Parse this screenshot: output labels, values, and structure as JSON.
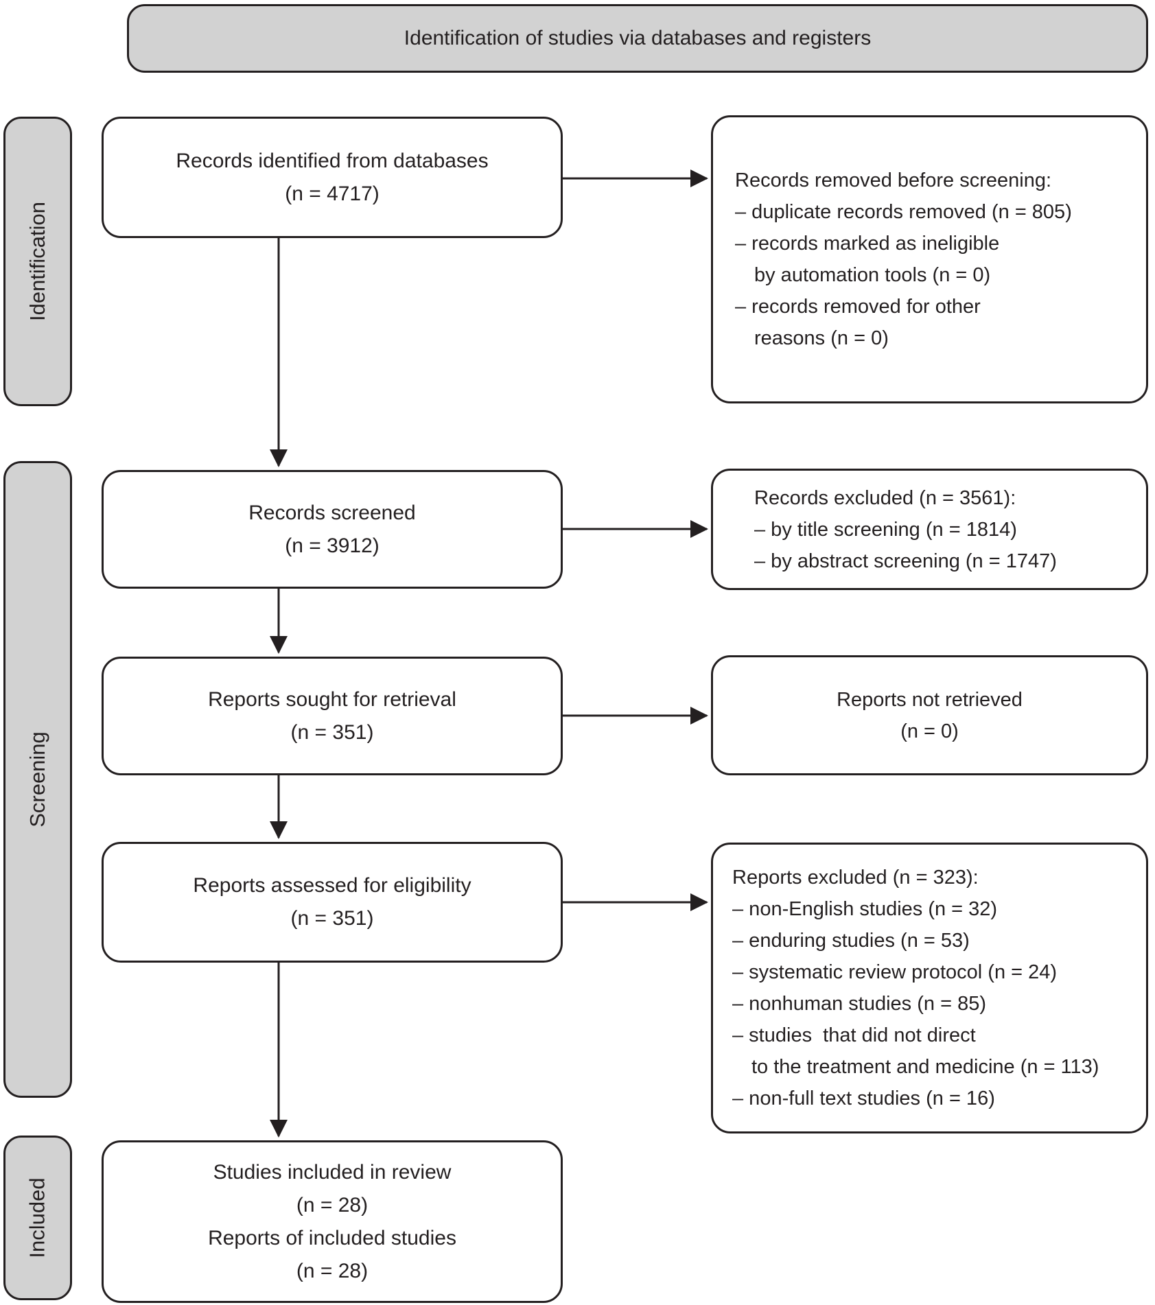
{
  "banner": {
    "title": "Identification of studies via databases and registers"
  },
  "stages": {
    "identification": "Identification",
    "screening": "Screening",
    "included": "Included"
  },
  "colors": {
    "stage_fill": "#d2d2d2",
    "banner_fill": "#d2d2d2",
    "box_fill": "#ffffff",
    "line": "#231f20",
    "text": "#231f20"
  },
  "flow_boxes": {
    "identified": {
      "lines": [
        "Records identified from databases",
        "(n = 4717)"
      ]
    },
    "screened": {
      "lines": [
        "Records screened",
        "(n = 3912)"
      ]
    },
    "sought": {
      "lines": [
        "Reports sought for retrieval",
        "(n = 351)"
      ]
    },
    "assessed": {
      "lines": [
        "Reports assessed for eligibility",
        "(n = 351)"
      ]
    },
    "included": {
      "lines": [
        "Studies included in review",
        "(n = 28)",
        "Reports of included studies",
        "(n = 28)"
      ]
    }
  },
  "side_boxes": {
    "removed_before_screening": {
      "lines": [
        "Records removed before screening:",
        "– duplicate records removed (n = 805)",
        "– records marked as ineligible",
        "by automation tools (n = 0)",
        "– records removed for other",
        "reasons (n = 0)"
      ]
    },
    "records_excluded": {
      "lines": [
        "Records excluded (n = 3561):",
        "– by title screening (n = 1814)",
        "– by abstract screening (n = 1747)"
      ]
    },
    "not_retrieved": {
      "lines": [
        "Reports not retrieved",
        "(n = 0)"
      ]
    },
    "reports_excluded": {
      "lines": [
        "Reports excluded (n = 323):",
        "– non-English studies (n = 32)",
        "– enduring studies (n = 53)",
        "– systematic review protocol (n = 24)",
        "– nonhuman studies (n = 85)",
        "– studies  that did not direct",
        "to the treatment and medicine (n = 113)",
        "– non-full text studies (n = 16)"
      ]
    }
  }
}
